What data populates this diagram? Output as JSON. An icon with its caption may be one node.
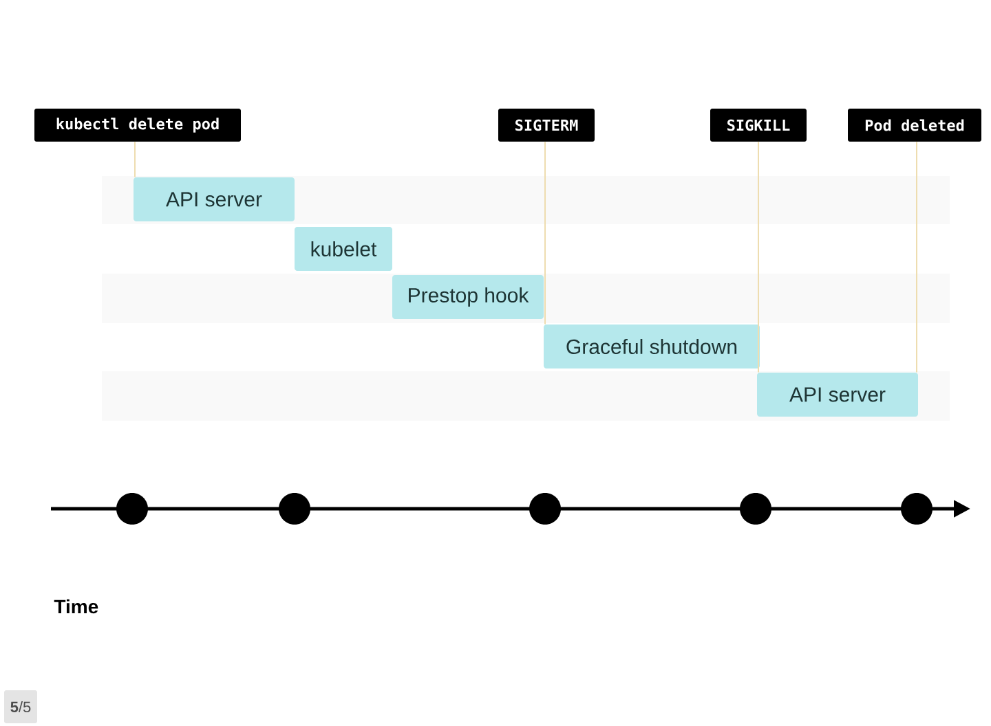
{
  "diagram": {
    "nodes": [
      {
        "text": [
          "kubectl delete pod"
        ]
      },
      {
        "text": [
          "SIGTERM"
        ]
      },
      {
        "text": [
          "SIGKILL"
        ]
      },
      {
        "text": [
          "Pod deleted"
        ]
      },
      {
        "text": [
          "API server"
        ]
      },
      {
        "text": [
          "kubelet"
        ]
      },
      {
        "text": [
          "Prestop hook"
        ]
      },
      {
        "text": [
          "Graceful shutdown"
        ]
      },
      {
        "text": [
          "API server"
        ]
      }
    ],
    "edges": [
      {
        "from": 0,
        "to": 4,
        "arrow": "none"
      },
      {
        "from": 1,
        "to": 7,
        "arrow": "none"
      },
      {
        "from": 2,
        "to": 8,
        "arrow": "none"
      },
      {
        "from": 3,
        "to": 8,
        "arrow": "none"
      }
    ],
    "labels": [
      "Time",
      "**5**/5"
    ]
  }
}
